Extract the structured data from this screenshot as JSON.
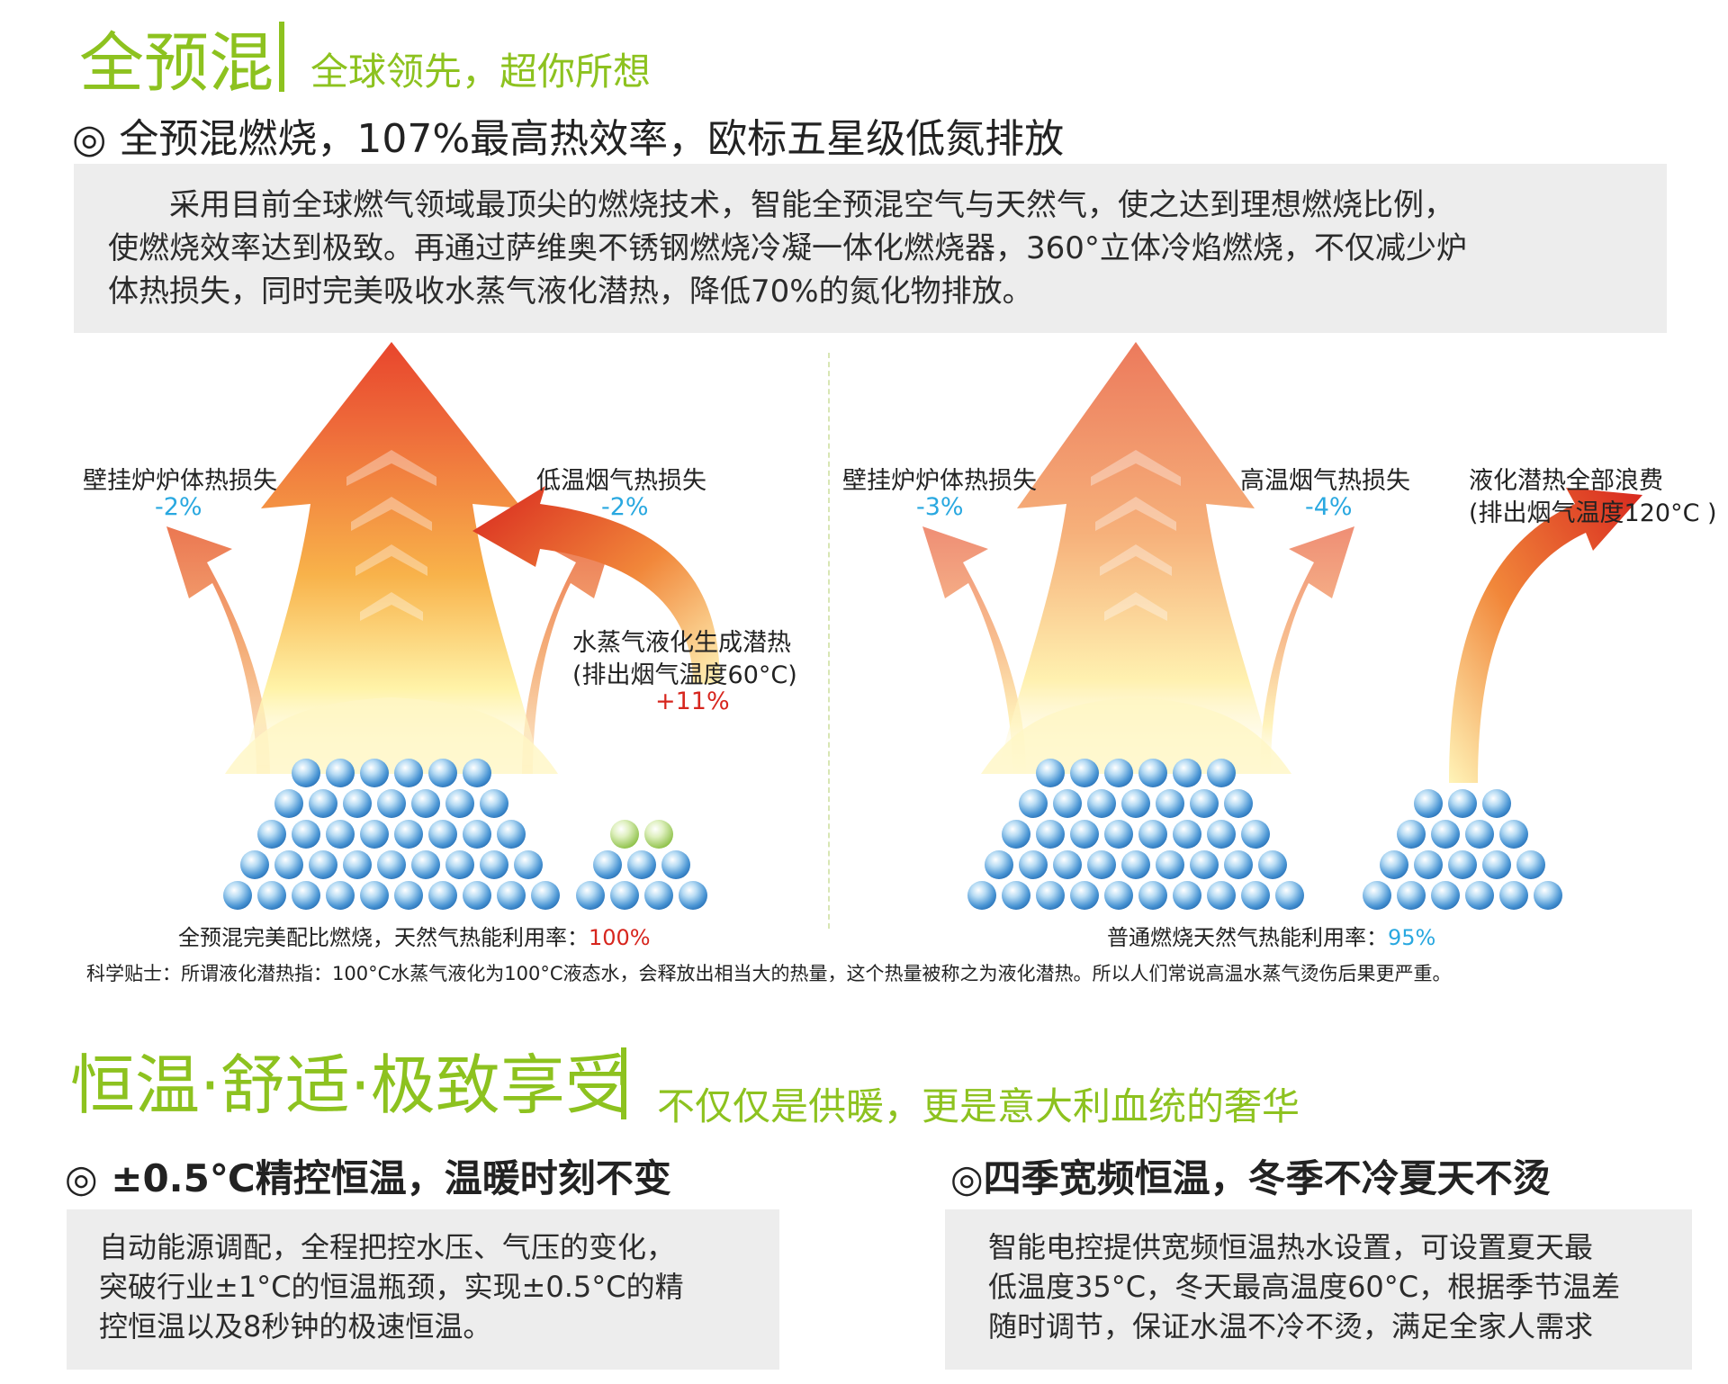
{
  "section1": {
    "title": "全预混",
    "subtitle": "全球领先，超你所想",
    "heading": "◎ 全预混燃烧，107%最高热效率，欧标五星级低氮排放",
    "paragraph": [
      "采用目前全球燃气领域最顶尖的燃烧技术，智能全预混空气与天然气，使之达到理想燃烧比例，",
      "使燃烧效率达到极致。再通过萨维奥不锈钢燃烧冷凝一体化燃烧器，360°立体冷焰燃烧，不仅减少炉",
      "体热损失，同时完美吸收水蒸气液化潜热，降低70%的氮化物排放。"
    ]
  },
  "diagram_left": {
    "loss1_label": "壁挂炉炉体热损失",
    "loss1_value": "-2%",
    "loss2_label": "低温烟气热损失",
    "loss2_value": "-2%",
    "gain_label1": "水蒸气液化生成潜热",
    "gain_label2": "(排出烟气温度60°C)",
    "gain_value": "+11%",
    "caption_text": "全预混完美配比燃烧，天然气热能利用率：",
    "caption_value": "100%"
  },
  "diagram_right": {
    "loss1_label": "壁挂炉炉体热损失",
    "loss1_value": "-3%",
    "loss2_label": "高温烟气热损失",
    "loss2_value": "-4%",
    "waste_label1": "液化潜热全部浪费",
    "waste_label2": "(排出烟气温度120°C )",
    "caption_text": "普通燃烧天然气热能利用率：",
    "caption_value": "95%"
  },
  "science_note": "科学贴士：所谓液化潜热指：100°C水蒸气液化为100°C液态水，会释放出相当大的热量，这个热量被称之为液化潜热。所以人们常说高温水蒸气烫伤后果更严重。",
  "section2": {
    "title": "恒温·舒适·极致享受",
    "subtitle": "不仅仅是供暖，更是意大利血统的奢华",
    "left_heading": "◎ ±0.5℃精控恒温，温暖时刻不变",
    "left_paragraph": [
      "自动能源调配，全程把控水压、气压的变化，",
      "突破行业±1°C的恒温瓶颈，实现±0.5°C的精",
      "控恒温以及8秒钟的极速恒温。"
    ],
    "right_heading": "◎四季宽频恒温，冬季不冷夏天不烫",
    "right_paragraph": [
      "智能电控提供宽频恒温热水设置，可设置夏天最",
      "低温度35°C，冬天最高温度60°C，根据季节温差",
      "随时调节，保证水温不冷不烫，满足全家人需求"
    ]
  },
  "colors": {
    "brand_green": "#8dc21f",
    "value_blue": "#29a8e0",
    "value_red": "#d7261e",
    "box_gray": "#ededed"
  }
}
